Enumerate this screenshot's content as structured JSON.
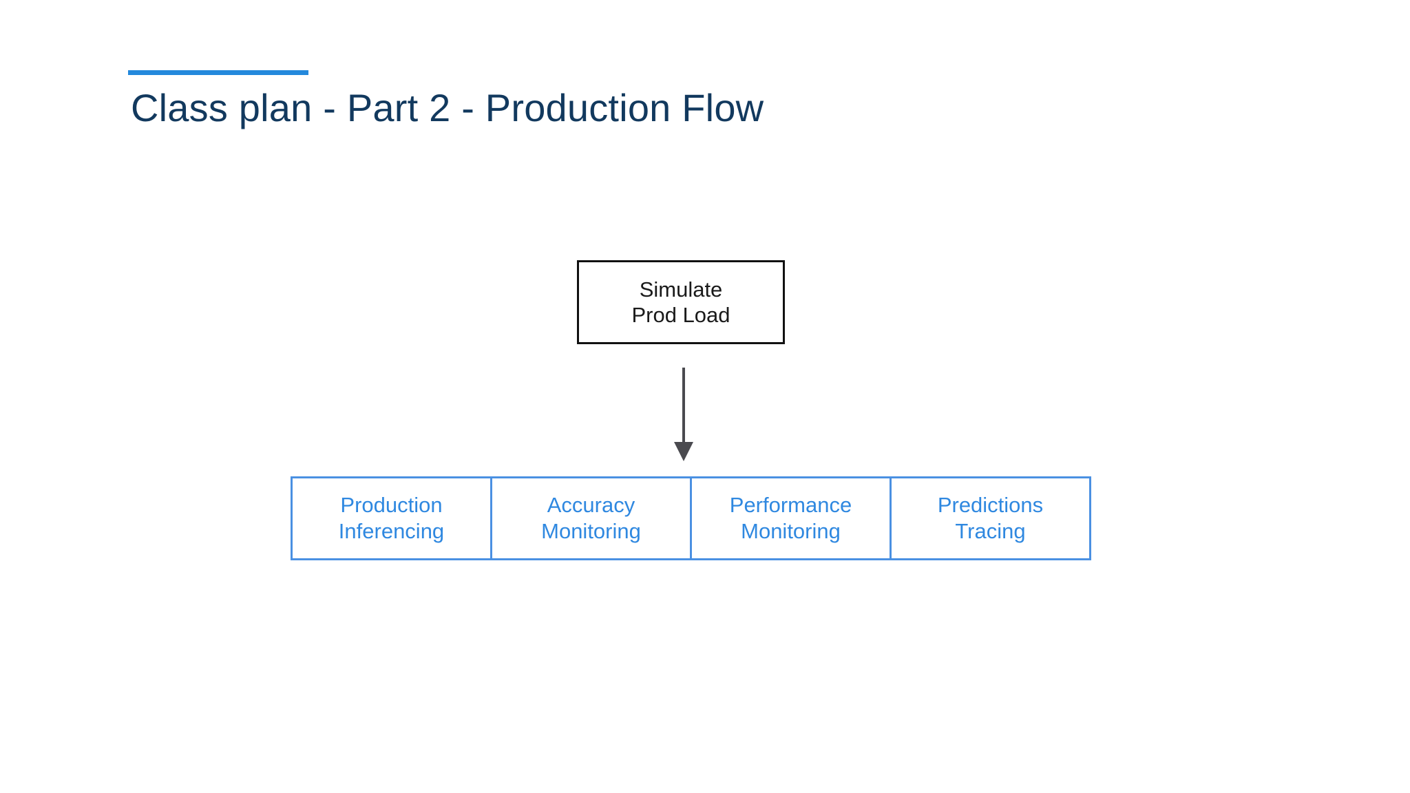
{
  "slide": {
    "title": "Class plan - Part 2 - Production Flow",
    "accent_color": "#2489DC",
    "title_color": "#12395E",
    "background_color": "#FFFFFF"
  },
  "diagram": {
    "source": {
      "label_line1": "Simulate",
      "label_line2": "Prod Load",
      "border_color": "#111111",
      "text_color": "#1A1A1A"
    },
    "connector": {
      "icon": "arrow-down-icon",
      "color": "#4A4A4F",
      "direction": "down"
    },
    "stages": [
      {
        "label_line1": "Production",
        "label_line2": "Inferencing"
      },
      {
        "label_line1": "Accuracy",
        "label_line2": "Monitoring"
      },
      {
        "label_line1": "Performance",
        "label_line2": "Monitoring"
      },
      {
        "label_line1": "Predictions",
        "label_line2": "Tracing"
      }
    ],
    "stage_style": {
      "border_color": "#4A90E2",
      "text_color": "#2F88E0"
    }
  }
}
